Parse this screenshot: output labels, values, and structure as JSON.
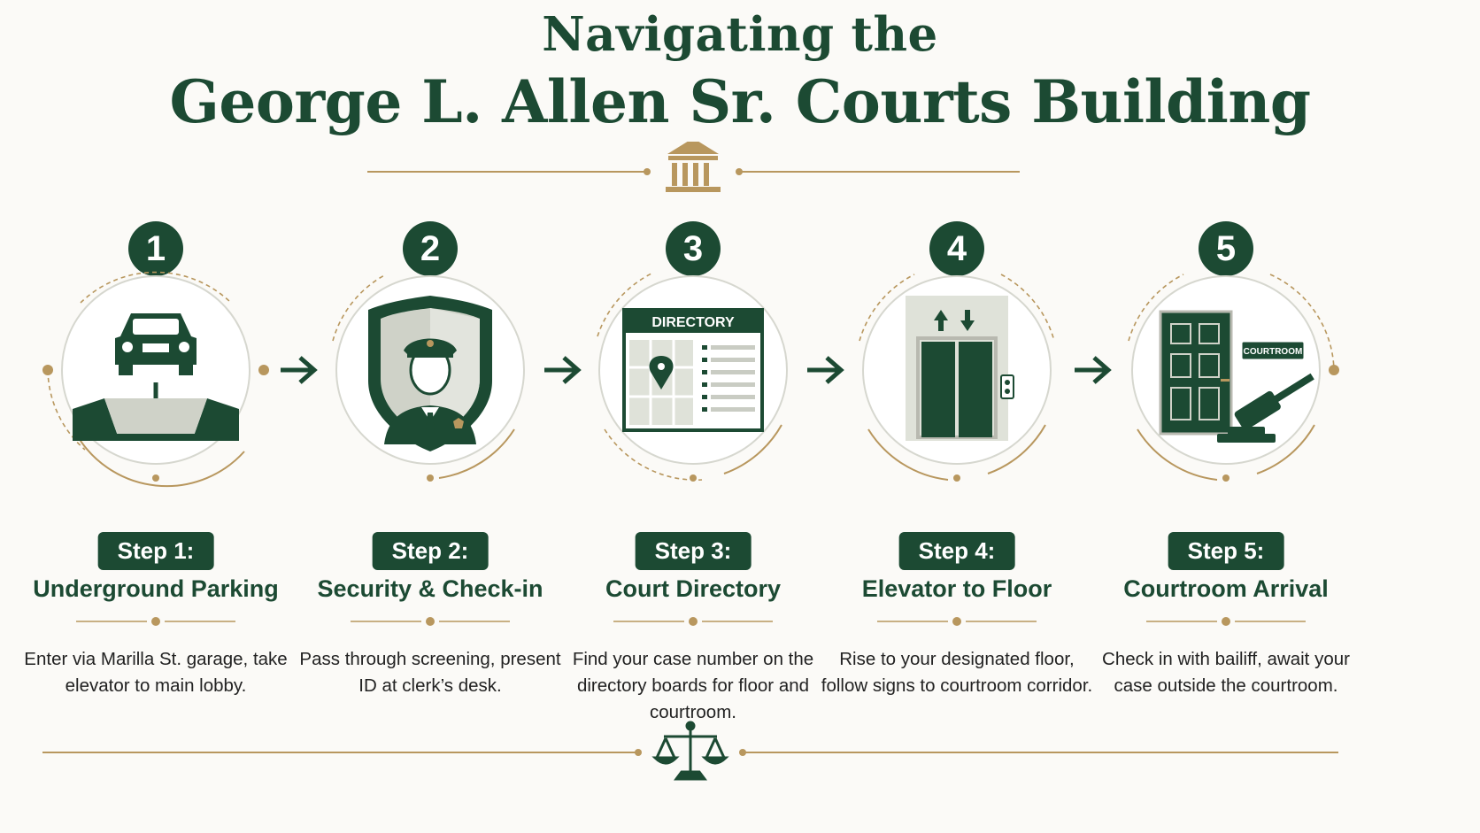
{
  "header": {
    "title_line1": "Navigating the",
    "title_line2": "George L. Allen Sr. Courts Building"
  },
  "steps": [
    {
      "number": "1",
      "label": "Step 1:",
      "title": "Underground Parking",
      "description": "Enter via Marilla St. garage, take elevator to main lobby.",
      "icon": "car-parking-icon"
    },
    {
      "number": "2",
      "label": "Step 2:",
      "title": "Security & Check-in",
      "description": "Pass through screening, present ID at clerk’s desk.",
      "icon": "security-officer-icon"
    },
    {
      "number": "3",
      "label": "Step 3:",
      "title": "Court Directory",
      "description": "Find your case number on the directory boards for floor and courtroom.",
      "icon": "directory-board-icon",
      "sign_text": "DIRECTORY"
    },
    {
      "number": "4",
      "label": "Step 4:",
      "title": "Elevator to Floor",
      "description": "Rise to your designated floor, follow signs to courtroom corridor.",
      "icon": "elevator-icon"
    },
    {
      "number": "5",
      "label": "Step 5:",
      "title": "Courtroom Arrival",
      "description": "Check in with bailiff, await your case outside the courtroom.",
      "icon": "courtroom-door-gavel-icon",
      "sign_text": "COURTROOM"
    }
  ],
  "colors": {
    "primary": "#1c4a33",
    "accent": "#b8975e",
    "background": "#fbfaf7"
  }
}
